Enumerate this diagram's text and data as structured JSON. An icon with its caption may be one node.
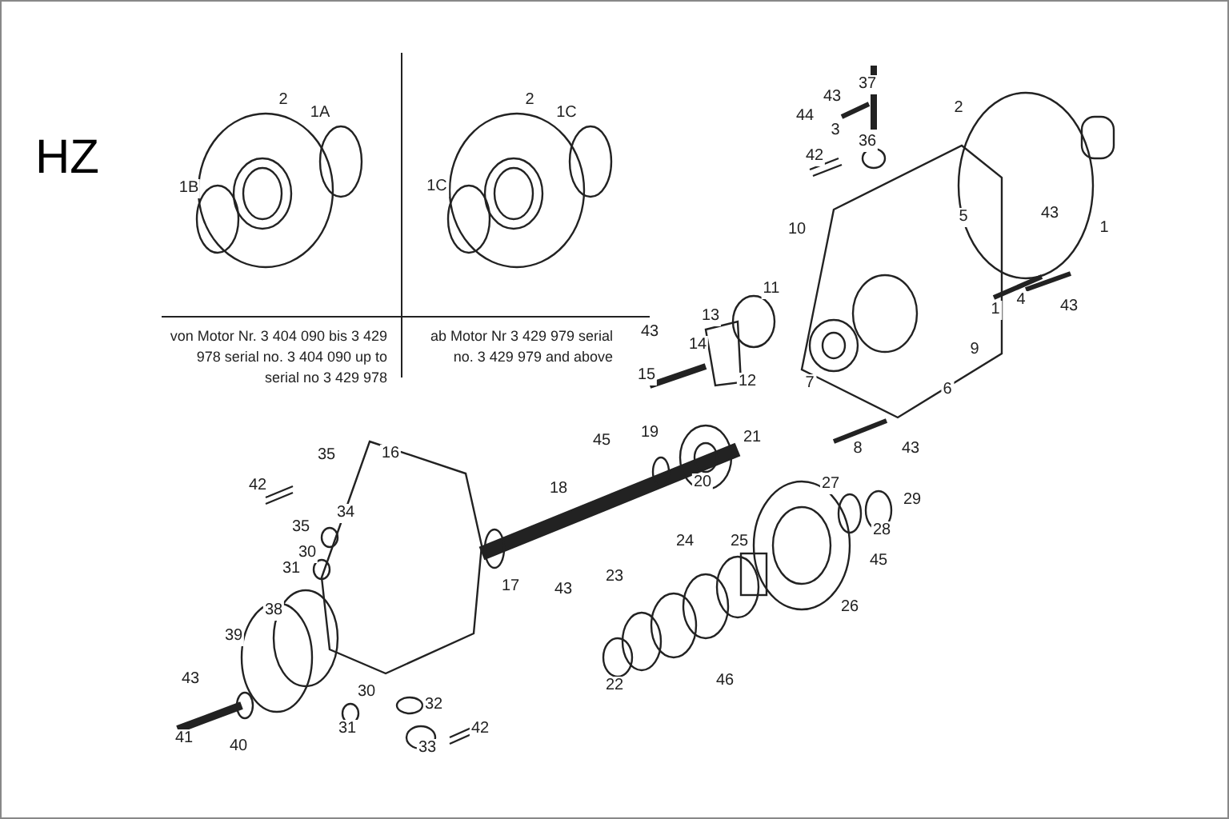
{
  "diagram": {
    "labels": [
      "HZ",
      "2",
      "1A",
      "1B",
      "2",
      "1C",
      "1C",
      "von Motor Nr. 3 404 090 bis 3 429 978 serial no. 3 404 090 up to serial no 3 429 978",
      "ab Motor Nr 3 429 979 serial no. 3 429 979 and above",
      "37",
      "43",
      "44",
      "3",
      "2",
      "36",
      "42",
      "43",
      "5",
      "10",
      "1",
      "11",
      "4",
      "43",
      "1",
      "13",
      "43",
      "14",
      "9",
      "15",
      "12",
      "7",
      "6",
      "8",
      "43",
      "21",
      "19",
      "20",
      "45",
      "18",
      "16",
      "35",
      "42",
      "34",
      "35",
      "30",
      "31",
      "17",
      "43",
      "38",
      "39",
      "43",
      "41",
      "40",
      "30",
      "31",
      "32",
      "42",
      "33",
      "27",
      "29",
      "28",
      "45",
      "24",
      "25",
      "23",
      "26",
      "22",
      "46"
    ]
  }
}
